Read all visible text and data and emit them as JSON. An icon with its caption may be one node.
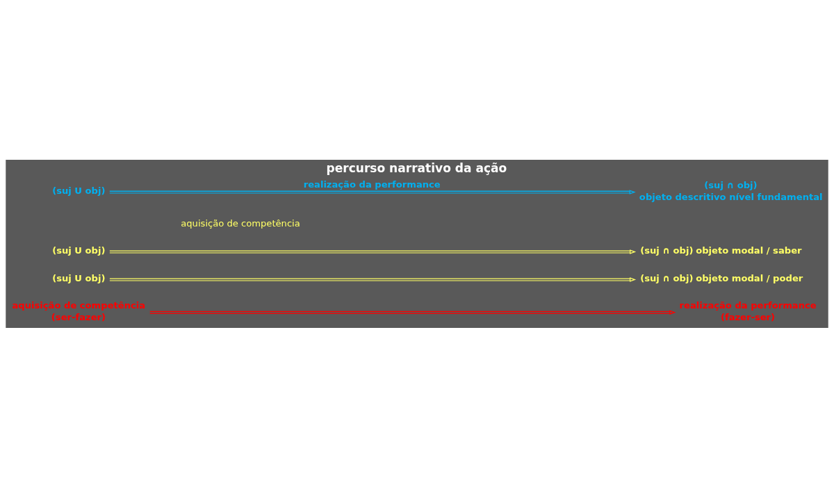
{
  "diagram": {
    "title": "percurso narrativo da ação",
    "nodes": [
      {
        "text": [
          "(suj U obj)"
        ]
      },
      {
        "text": [
          "(suj ∩ obj)",
          "objeto descritivo nível fundamental"
        ]
      },
      {
        "text": [
          "(suj U obj)"
        ]
      },
      {
        "text": [
          "(suj ∩ obj)"
        ],
        "beside": [
          "objeto modal / saber"
        ]
      },
      {
        "text": [
          "(suj U obj)"
        ]
      },
      {
        "text": [
          "(suj ∩ obj)"
        ],
        "beside": [
          "objeto modal / poder"
        ]
      },
      {
        "text": [
          "aquisição de competência",
          "(ser-fazer)"
        ]
      },
      {
        "text": [
          "realização da performance",
          "(fazer-ser)"
        ]
      }
    ],
    "edges": [
      {
        "from": 0,
        "to": 1,
        "arrow": "to",
        "label": "realização da performance",
        "color": "#00b0f0"
      },
      {
        "from": 2,
        "to": 3,
        "arrow": "to",
        "color": "#ffff66"
      },
      {
        "from": 4,
        "to": 5,
        "arrow": "to",
        "color": "#ffff66"
      },
      {
        "from": 6,
        "to": 7,
        "arrow": "to",
        "color": "#ff0000"
      }
    ],
    "labels": [
      "aquisição de competência"
    ]
  }
}
